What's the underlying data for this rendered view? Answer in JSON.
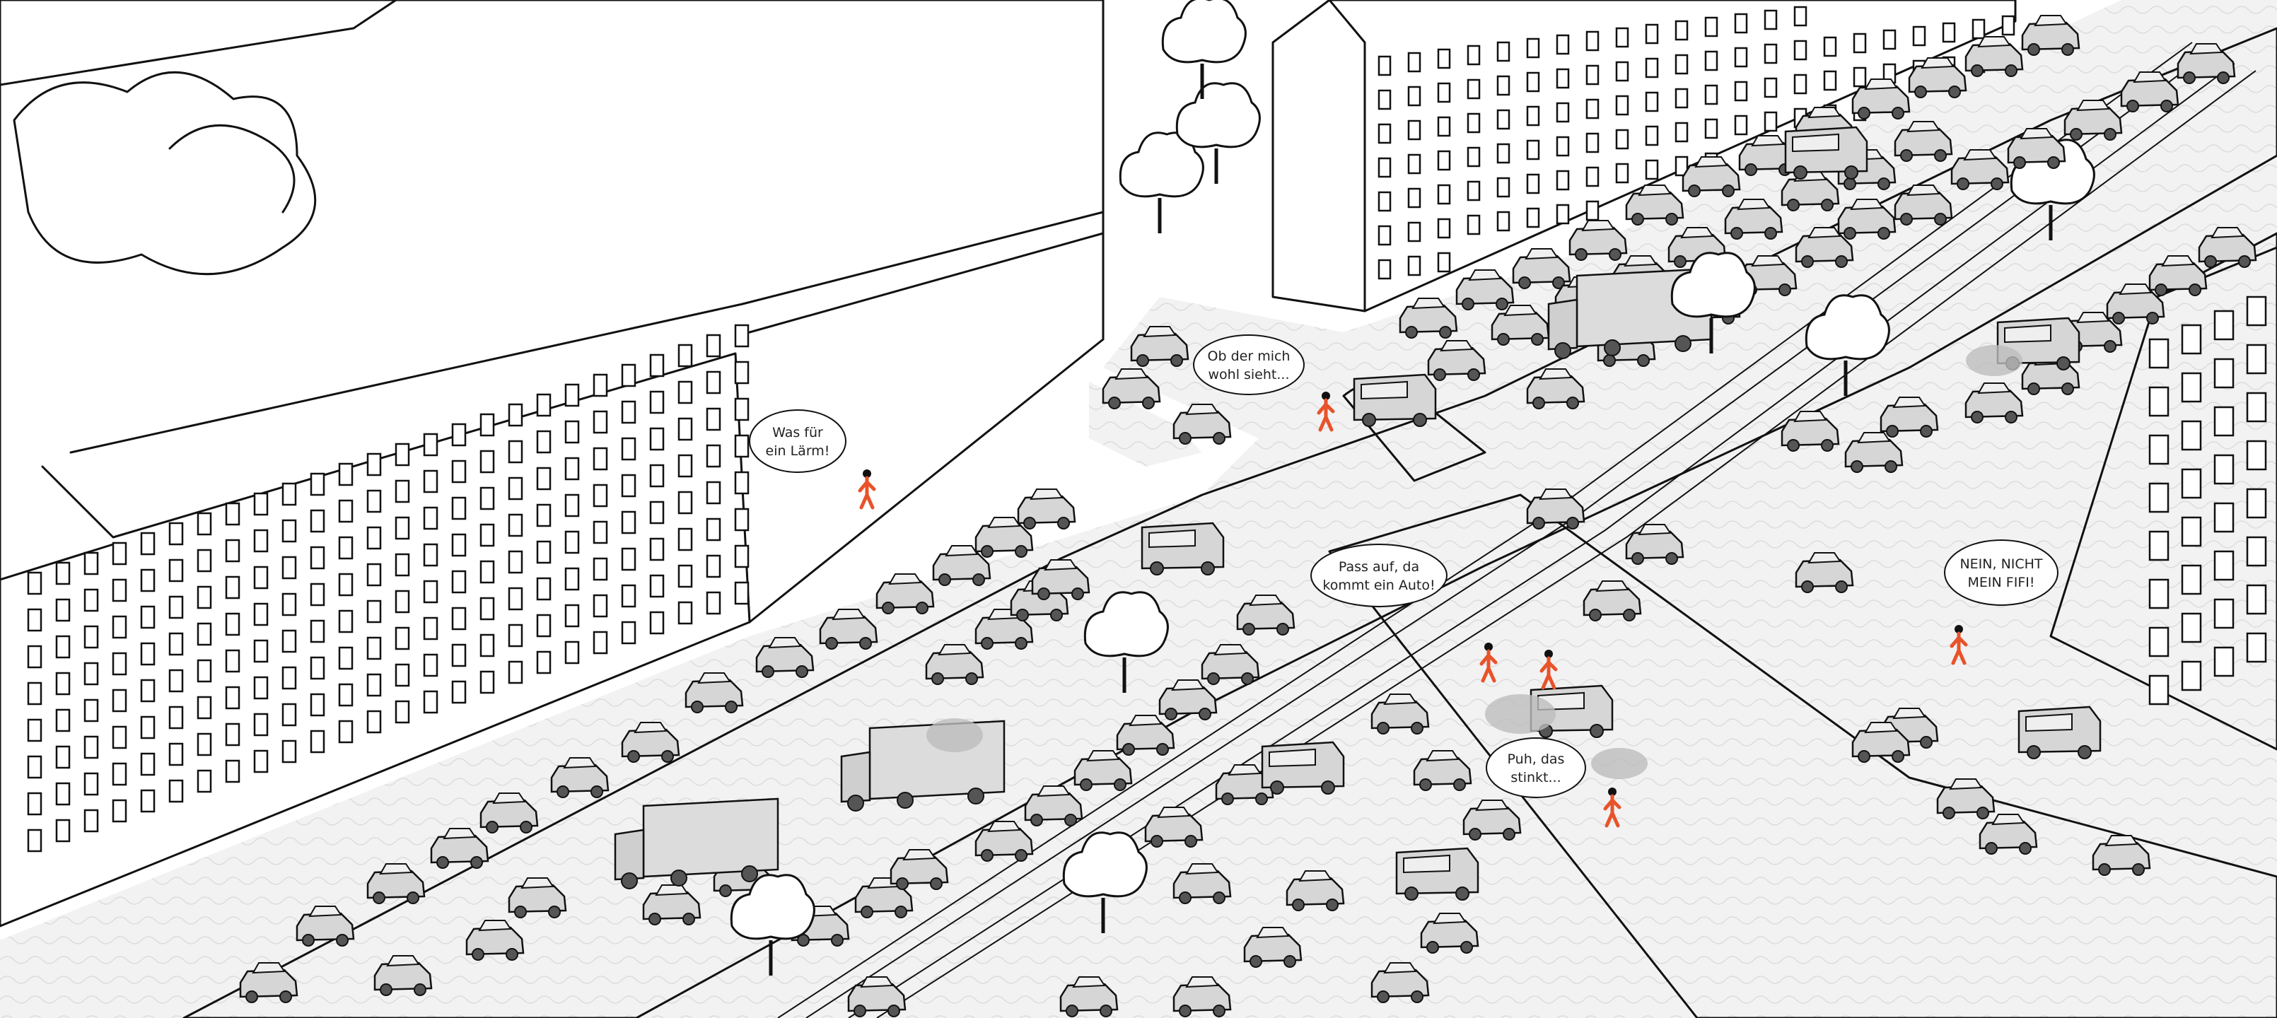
{
  "scene": {
    "colors": {
      "ink": "#111111",
      "paper": "#ffffff",
      "pavement": "#ececec",
      "car": "#d9d9d9",
      "tree": "#ffffff",
      "accent": "#e8532a",
      "exhaust": "#bdbdbd"
    },
    "bubbles": [
      {
        "id": "noise",
        "line1": "Was für",
        "line2": "ein Lärm!"
      },
      {
        "id": "sees",
        "line1": "Ob der mich",
        "line2": "wohl sieht..."
      },
      {
        "id": "careful",
        "line1": "Pass auf, da",
        "line2": "kommt ein Auto!"
      },
      {
        "id": "fifi",
        "line1": "NEIN, NICHT",
        "line2": "MEIN FIFI!"
      },
      {
        "id": "stinks",
        "line1": "Puh, das",
        "line2": "stinkt..."
      }
    ]
  }
}
